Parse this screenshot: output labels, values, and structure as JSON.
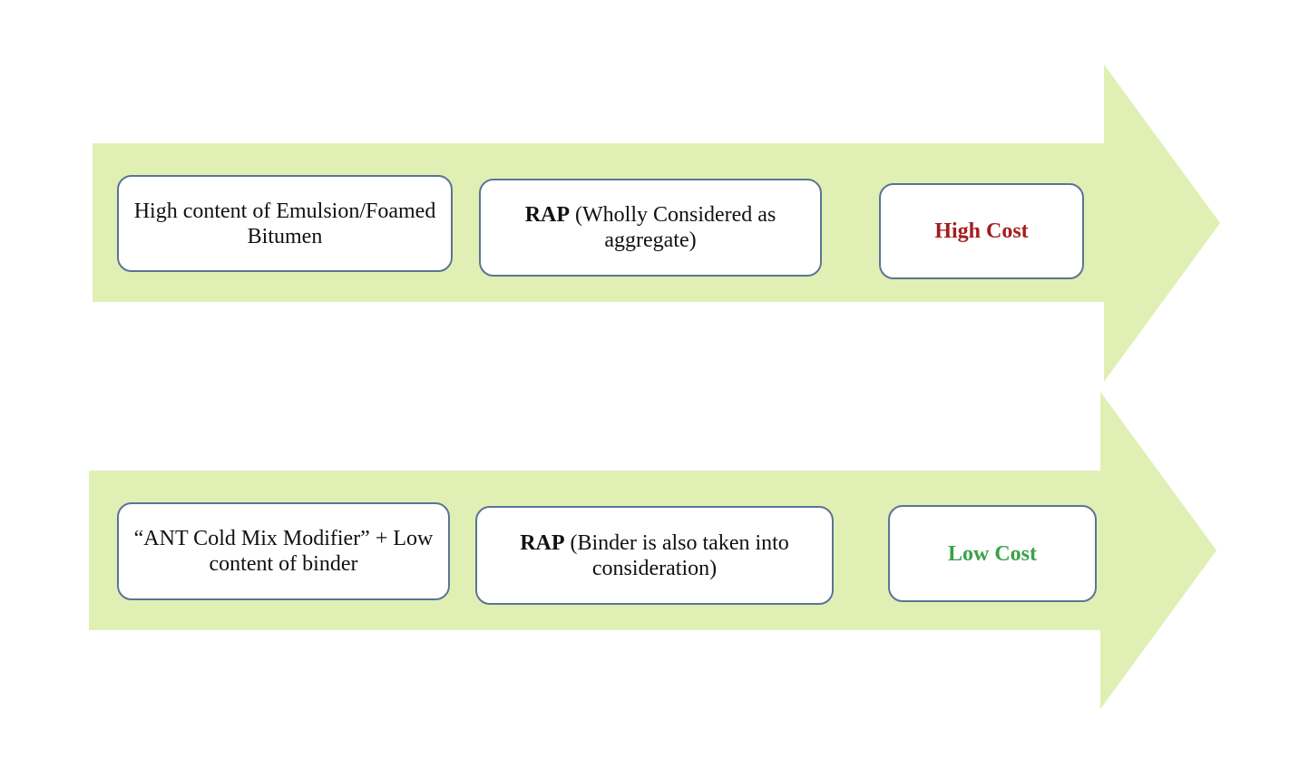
{
  "colors": {
    "arrow_fill": "#e0f0b4",
    "box_border": "#5a7494",
    "high_cost": "#a51c1c",
    "low_cost": "#3aa14a"
  },
  "rows": [
    {
      "binder_text": "High content of Emulsion/Foamed Bitumen",
      "rap_bold": "RAP",
      "rap_text": " (Wholly Considered as aggregate)",
      "cost_label": "High Cost"
    },
    {
      "binder_text": "“ANT Cold Mix Modifier” + Low content of binder",
      "rap_bold": "RAP",
      "rap_text": " (Binder is also taken into consideration)",
      "cost_label": "Low Cost"
    }
  ]
}
